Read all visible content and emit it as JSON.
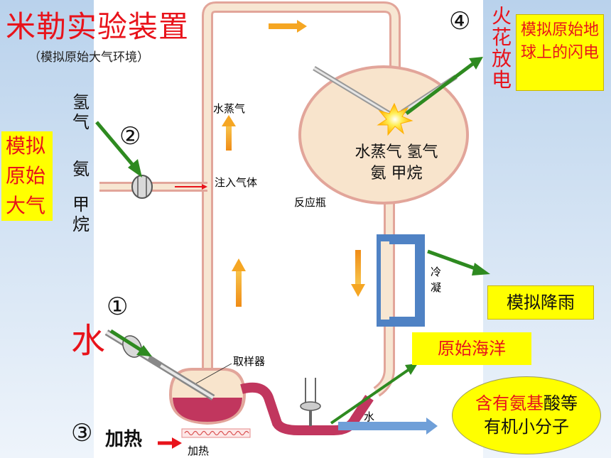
{
  "title": "米勒实验装置",
  "subtitle": "（模拟原始大气环境）",
  "numbers": {
    "n1": "①",
    "n2": "②",
    "n3": "③",
    "n4": "④"
  },
  "labels": {
    "simulate_atmosphere": "模拟原始大气",
    "gases_vertical": [
      "氢",
      "气",
      "氨",
      "甲",
      "烷"
    ],
    "fire_discharge": [
      "火",
      "花",
      "放",
      "电"
    ],
    "simulate_lightning": "模拟原始地球上的闪电",
    "flask_gases_line1": "水蒸气 氢气",
    "flask_gases_line2": "氨  甲烷",
    "simulate_rain": "模拟降雨",
    "primitive_ocean": "原始海洋",
    "water": "水",
    "heating": "加热",
    "amino_prefix": "含有",
    "amino_highlight": "氨基",
    "amino_rest": "酸等有机小分子"
  },
  "sketch_labels": {
    "water_vapor": "水蒸气",
    "inject_gas": "注入气体",
    "reaction_flask": "反应瓶",
    "condense": [
      "冷",
      "凝"
    ],
    "sampler": "取样器",
    "water_out": "水",
    "heat_small": "加热"
  },
  "colors": {
    "title_red": "#e8131b",
    "highlight_yellow": "#ffff00",
    "tube_fill": "#f7e6d2",
    "tube_stroke": "#e2a59a",
    "flask_fill": "#f8e4cc",
    "condenser_blue": "#4f82c4",
    "water_red": "#c1365e",
    "arrow_green": "#2e8a20",
    "flow_arrow_orange": "#f5a623"
  }
}
